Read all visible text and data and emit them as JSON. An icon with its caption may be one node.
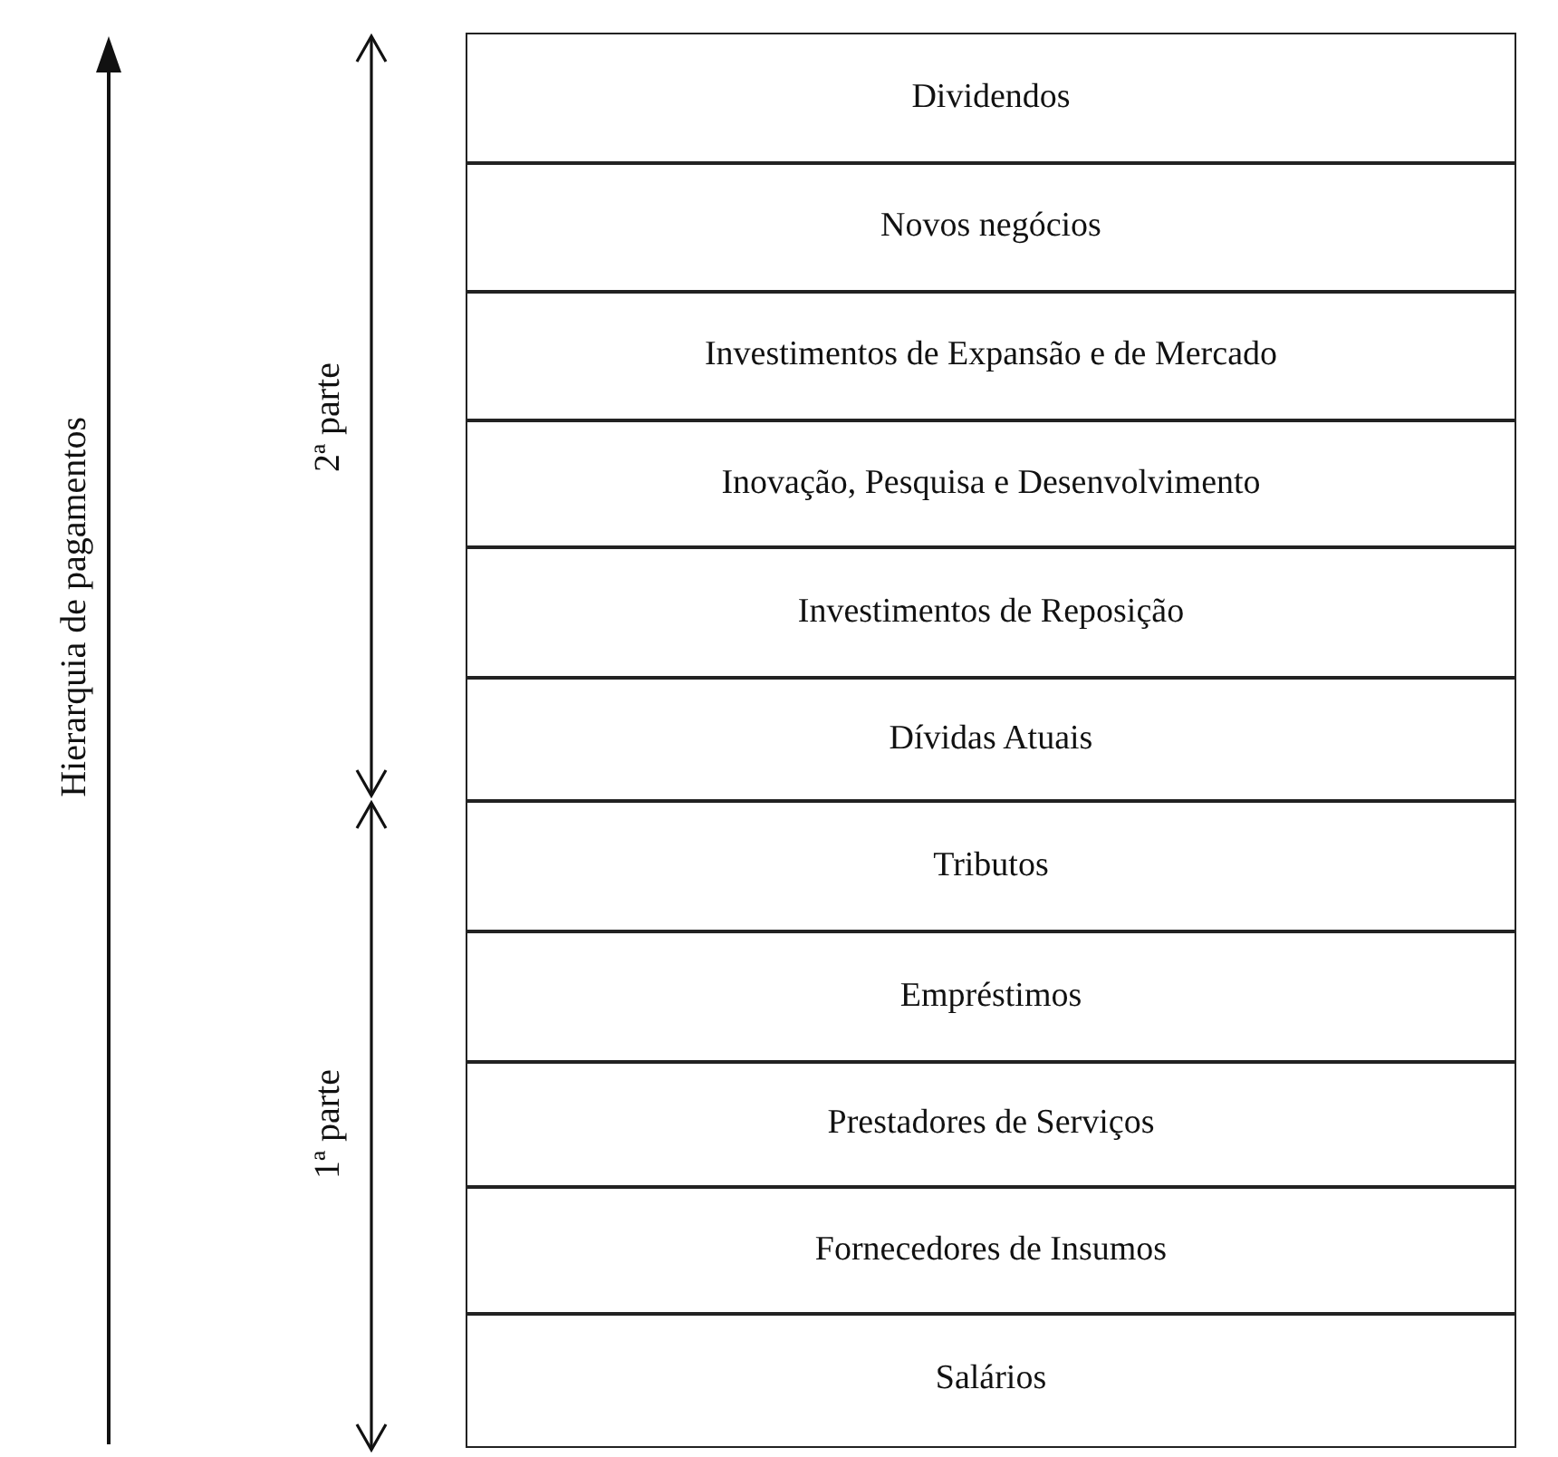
{
  "diagram": {
    "nodes": [
      {
        "text": [
          "Dividendos"
        ]
      },
      {
        "text": [
          "Novos negócios"
        ]
      },
      {
        "text": [
          "Investimentos de Expansão e de Mercado"
        ]
      },
      {
        "text": [
          "Inovação, Pesquisa e Desenvolvimento"
        ]
      },
      {
        "text": [
          "Investimentos de Reposição"
        ]
      },
      {
        "text": [
          "Dívidas Atuais"
        ]
      },
      {
        "text": [
          "Tributos"
        ]
      },
      {
        "text": [
          "Empréstimos"
        ]
      },
      {
        "text": [
          "Prestadores de Serviços"
        ]
      },
      {
        "text": [
          "Fornecedores de Insumos"
        ]
      },
      {
        "text": [
          "Salários"
        ]
      }
    ],
    "edges": [],
    "labels": [
      "Hierarquia de pagamentos",
      "2ª parte",
      "1ª parte"
    ]
  }
}
